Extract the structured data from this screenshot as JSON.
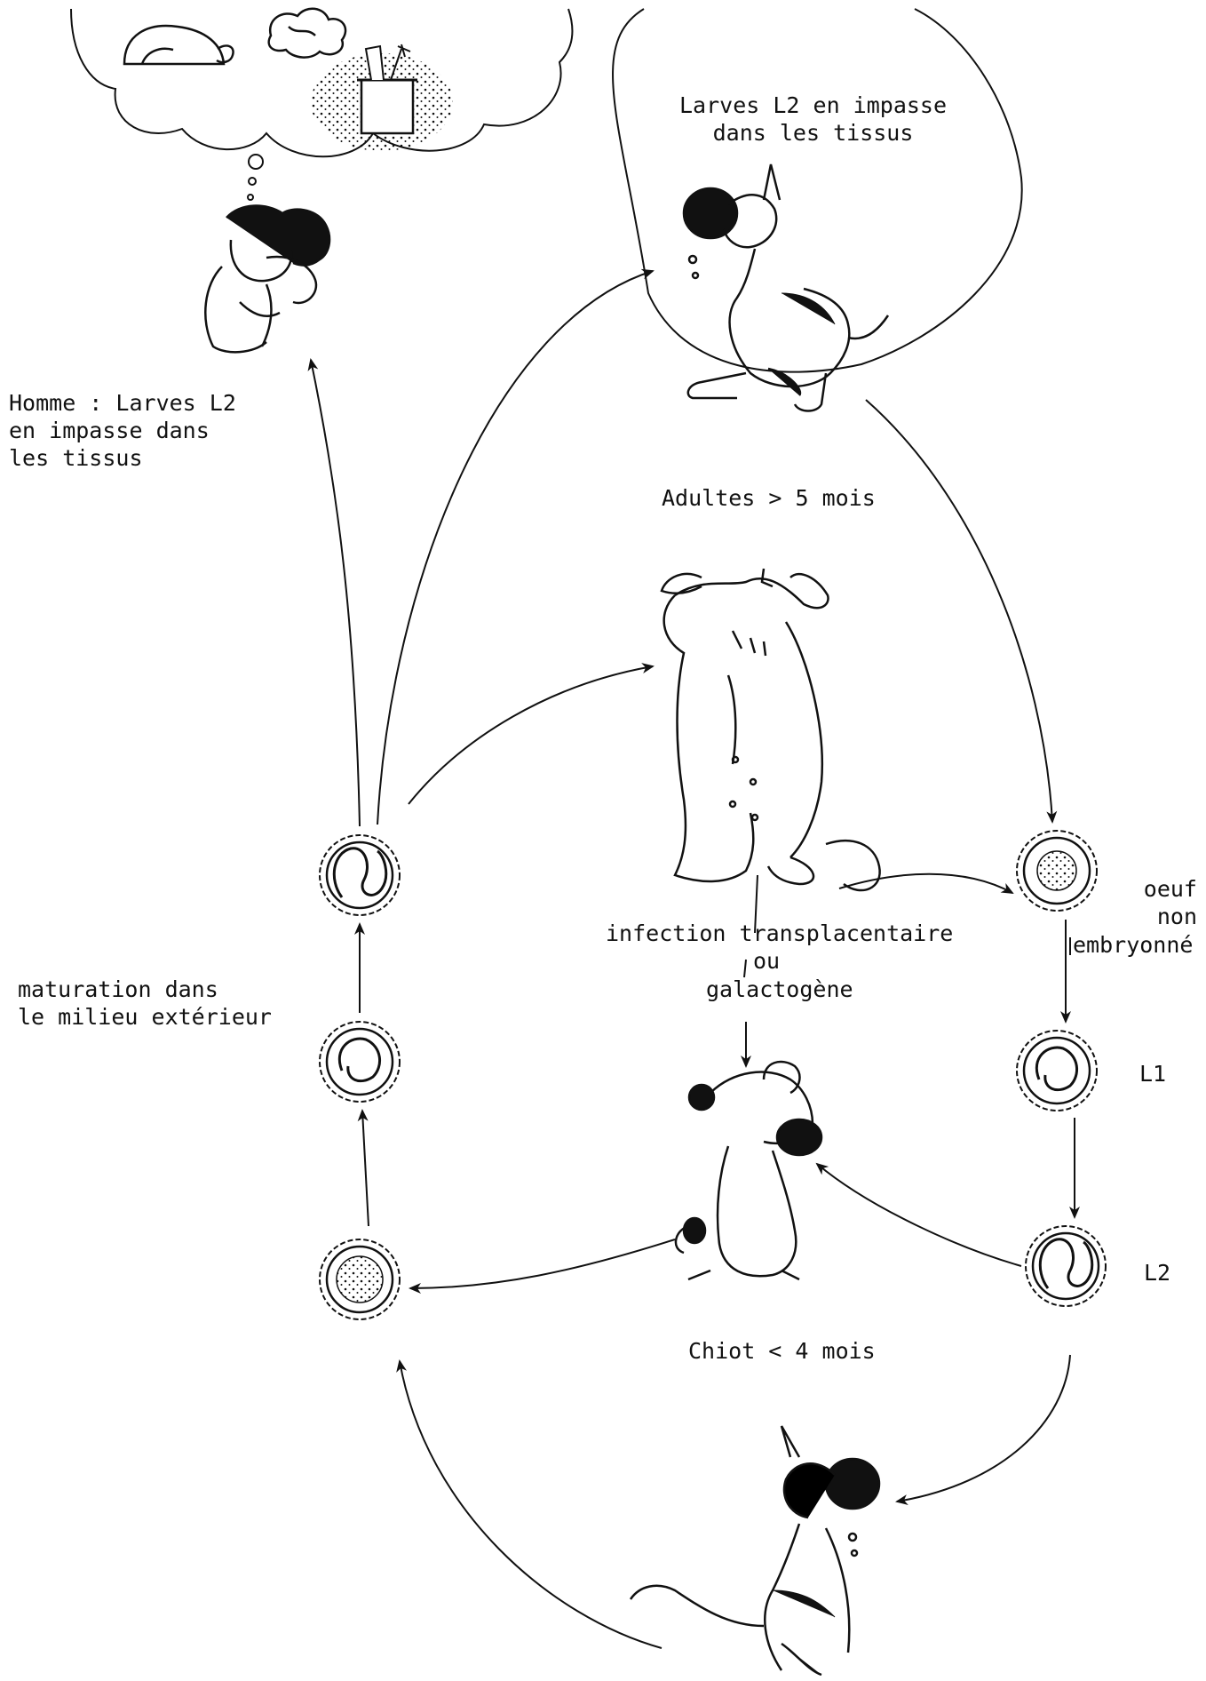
{
  "diagram": {
    "labels": {
      "human": [
        "Homme : Larves L2",
        "en impasse dans",
        "les tissus"
      ],
      "dog_top": [
        "Larves L2 en impasse",
        "dans les tissus"
      ],
      "adults": "Adultes > 5 mois",
      "infection_line1": "infection transplacentaire",
      "infection_ou": "ou",
      "infection_line3": "galactogène",
      "maturation": [
        "maturation dans",
        "le milieu extérieur"
      ],
      "egg_unembryonated": [
        "oeuf",
        "non",
        "embryonné"
      ],
      "l1": "L1",
      "l2": "L2",
      "puppy": "Chiot < 4 mois"
    }
  }
}
